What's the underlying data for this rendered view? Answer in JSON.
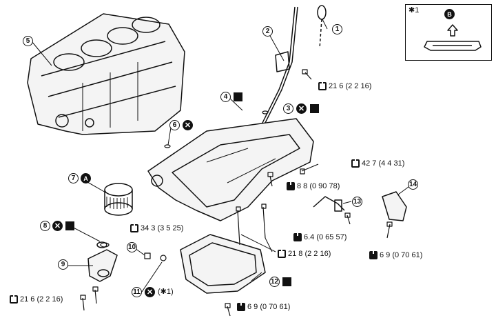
{
  "torque_specs": {
    "t_dipstick": "21 6 (2 2 16)",
    "t_oilpan_upper": "42 7 (4 4 31)",
    "t_88": "8 8 (0 90 78)",
    "t_343": "34 3 (3 5 25)",
    "t_64": "6.4 (0 65 57)",
    "t_218": "21 8 (2 2 16)",
    "t_69_right": "6 9 (0 70 61)",
    "t_216_left": "21 6 (2 2 16)",
    "t_69_bottom": "6 9 (0 70 61)"
  },
  "callouts": {
    "n1": "1",
    "n2": "2",
    "n3": "3",
    "n4": "4",
    "n5": "5",
    "n6": "6",
    "n7": "7",
    "n8": "8",
    "n9": "9",
    "n10": "10",
    "n11": "11",
    "n12": "12",
    "n13": "13",
    "n14": "14"
  },
  "marks": {
    "x": "✕",
    "a": "A",
    "b": "B",
    "note_ref": "(✱1)",
    "inset_title": "✱1"
  }
}
